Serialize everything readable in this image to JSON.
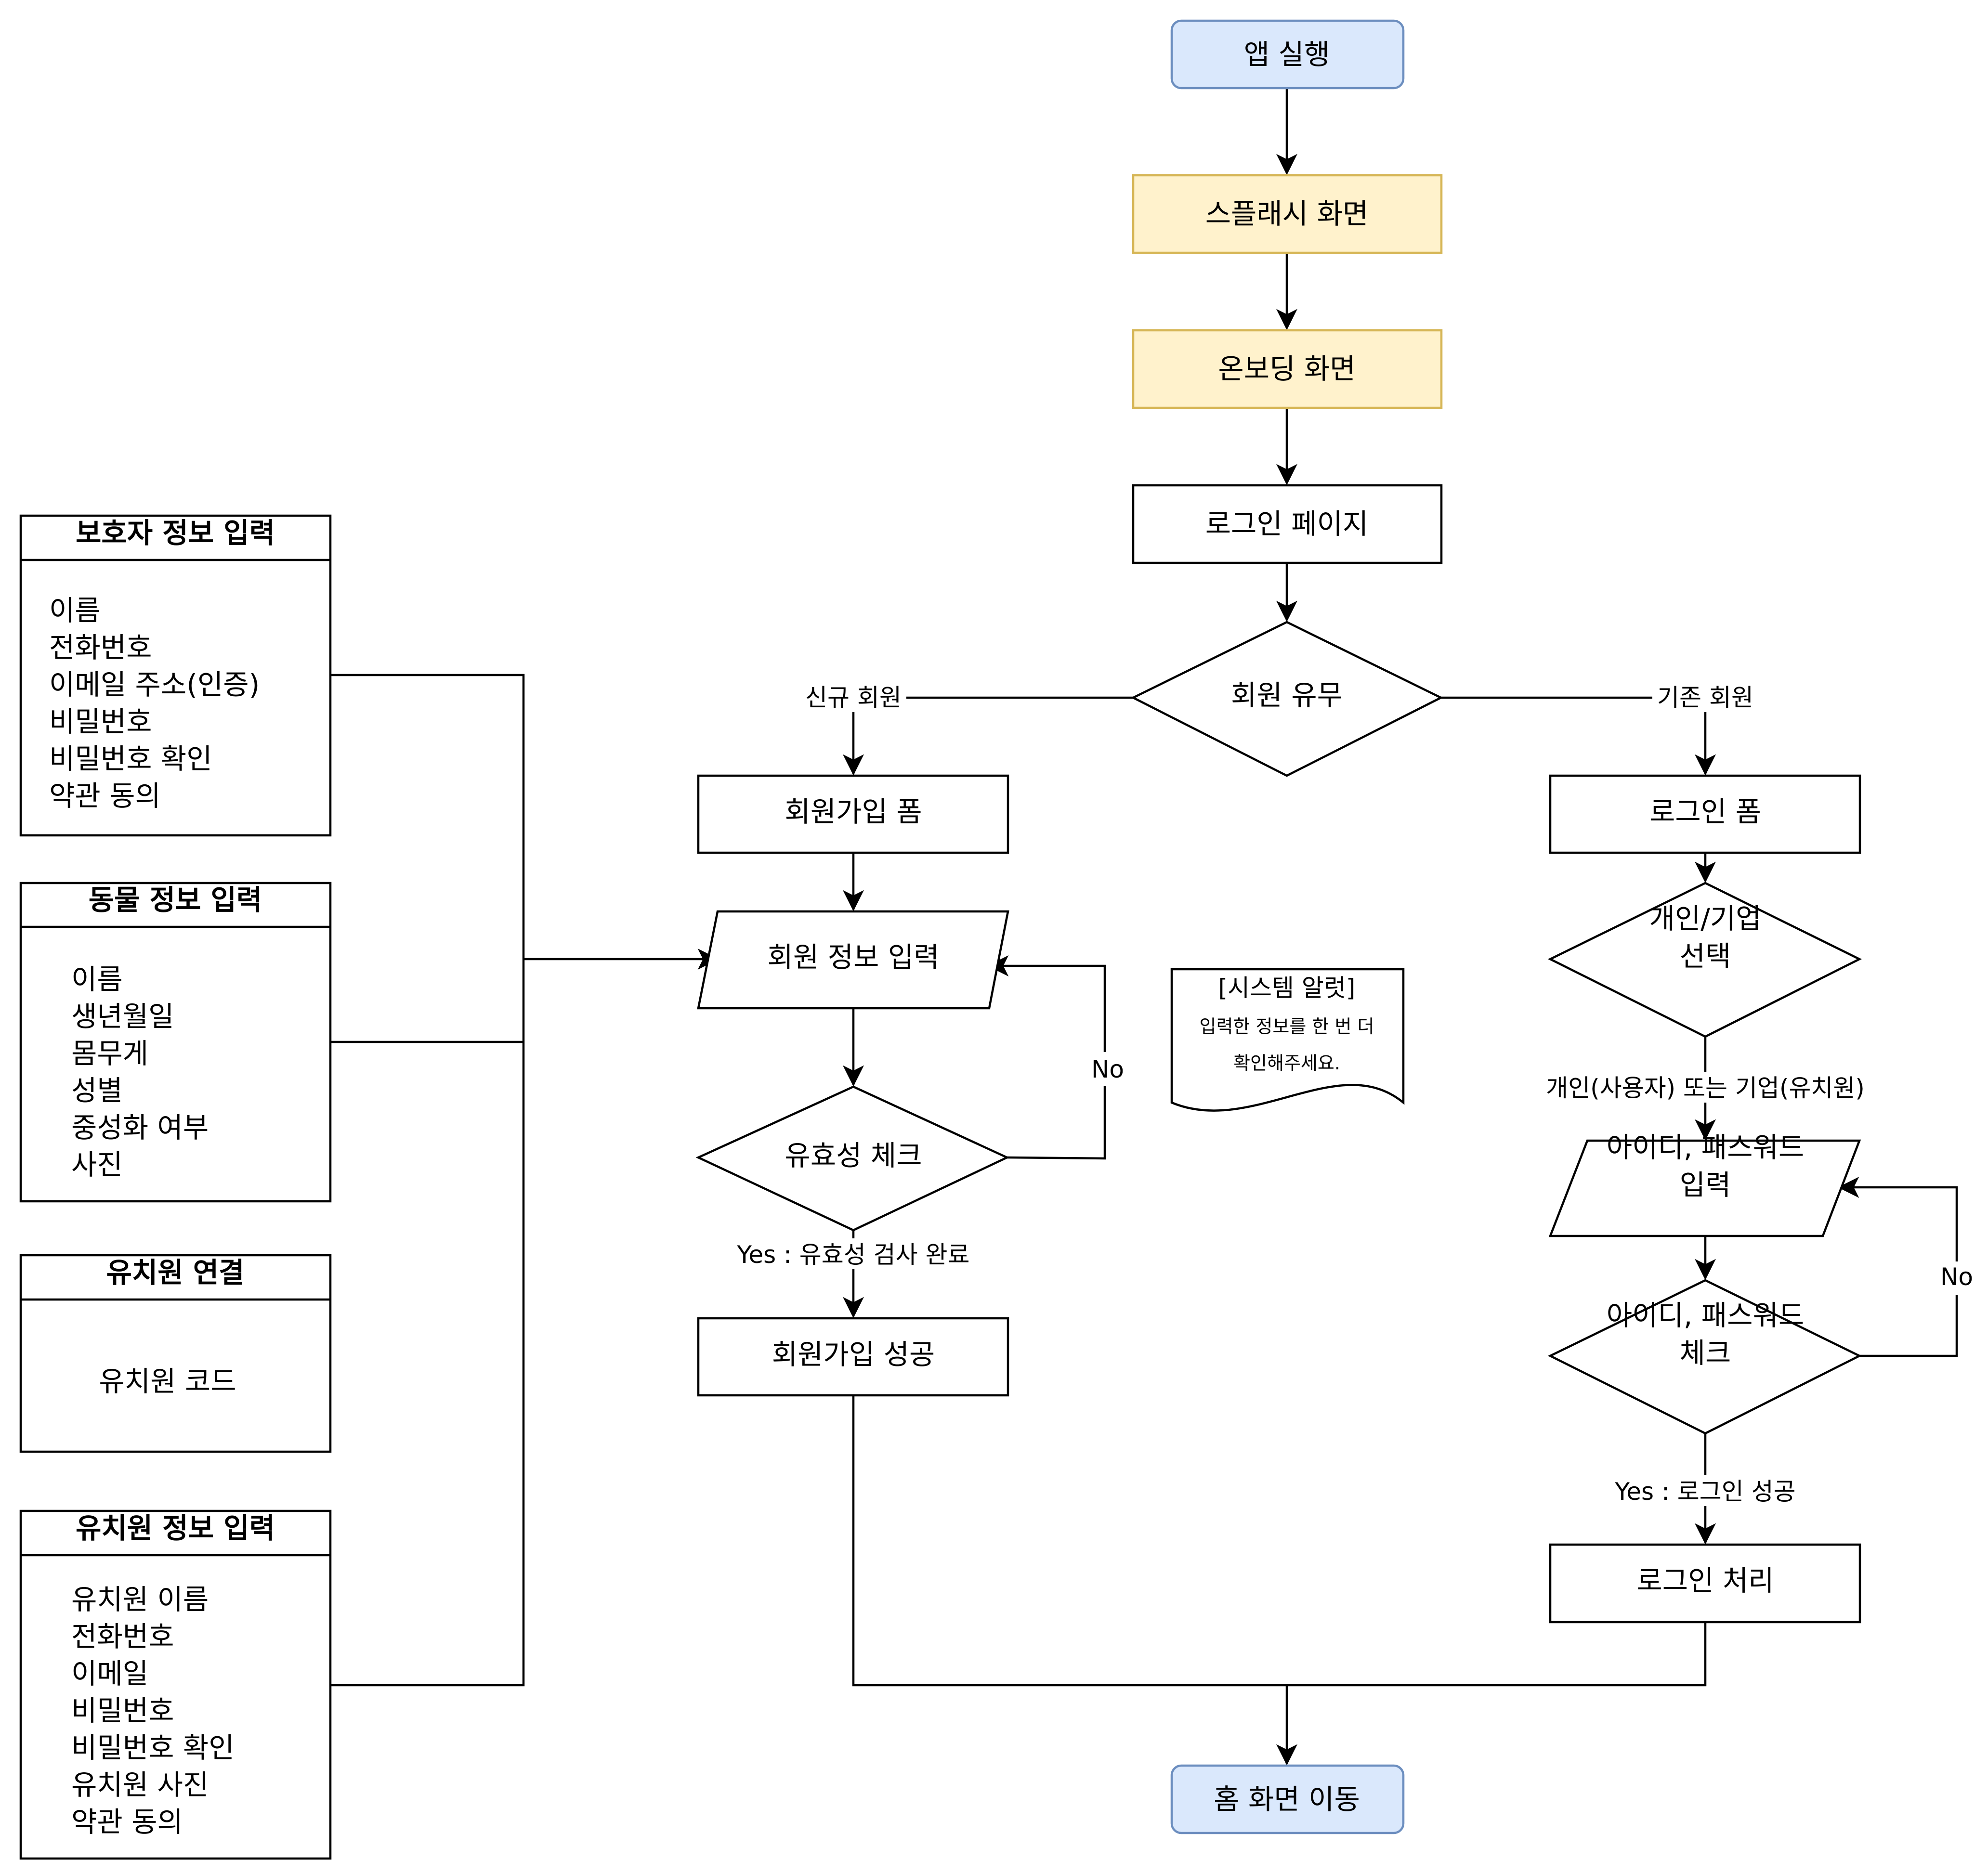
{
  "colors": {
    "terminal_fill": "#dae8fc",
    "terminal_stroke": "#6c8ebf",
    "screen_fill": "#fff2cc",
    "screen_stroke": "#d6b656",
    "plain_fill": "#ffffff",
    "line": "#000000"
  },
  "nodes": {
    "start": [
      "앱 실행"
    ],
    "splash": [
      "스플래시 화면"
    ],
    "onboarding": [
      "온보딩 화면"
    ],
    "login_page": [
      "로그인 페이지"
    ],
    "member_check": [
      "회원 유무"
    ],
    "signup_form": [
      "회원가입 폼"
    ],
    "member_input": [
      "회원 정보 입력"
    ],
    "validity_check": [
      "유효성 체크"
    ],
    "signup_success": [
      "회원가입 성공"
    ],
    "login_form": [
      "로그인 폼"
    ],
    "type_select": [
      "개인/기업",
      "선택"
    ],
    "id_pw_input": [
      "아이디, 패스워드",
      "입력"
    ],
    "id_pw_check": [
      "아이디, 패스워드",
      "체크"
    ],
    "login_process": [
      "로그인 처리"
    ],
    "home": [
      "홈 화면 이동"
    ]
  },
  "edge_labels": {
    "new_member": "신규 회원",
    "existing_member": "기존 회원",
    "validity_no": "No",
    "validity_yes": "Yes : 유효성 검사 완료",
    "type_choice": "개인(사용자) 또는 기업(유치원)",
    "idpw_no": "No",
    "idpw_yes": "Yes : 로그인 성공"
  },
  "alert": {
    "title": "[시스템 알럿]",
    "lines": [
      "입력한 정보를 한 번 더",
      "확인해주세요."
    ]
  },
  "panels": {
    "guardian": {
      "title": "보호자 정보 입력",
      "items": [
        "이름",
        "전화번호",
        "이메일 주소(인증)",
        "비밀번호",
        "비밀번호 확인",
        "약관 동의"
      ]
    },
    "animal": {
      "title": "동물 정보 입력",
      "items": [
        "이름",
        "생년월일",
        "몸무게",
        "성별",
        "중성화 여부",
        "사진"
      ]
    },
    "kinder_link": {
      "title": "유치원 연결",
      "items": [
        "유치원 코드"
      ]
    },
    "kinder_info": {
      "title": "유치원 정보 입력",
      "items": [
        "유치원 이름",
        "전화번호",
        "이메일",
        "비밀번호",
        "비밀번호 확인",
        "유치원 사진",
        "약관 동의"
      ]
    }
  }
}
